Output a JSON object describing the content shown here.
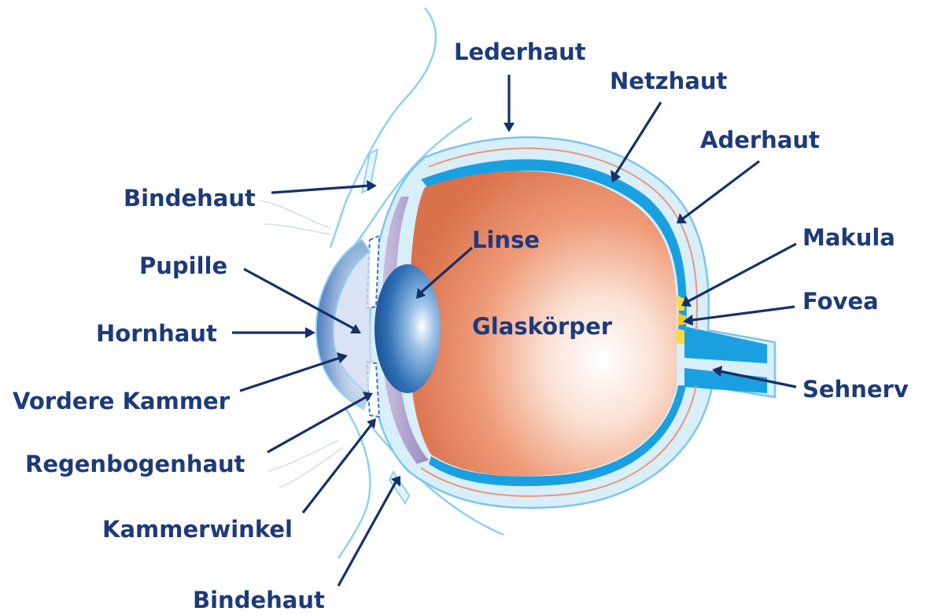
{
  "labels": {
    "lederhaut": "Lederhaut",
    "netzhaut": "Netzhaut",
    "aderhaut": "Aderhaut",
    "bindehaut_top": "Bindehaut",
    "linse": "Linse",
    "makula": "Makula",
    "pupille": "Pupille",
    "fovea": "Fovea",
    "hornhaut": "Hornhaut",
    "glaskoerper": "Glaskörper",
    "vordere_kammer": "Vordere Kammer",
    "sehnerv": "Sehnerv",
    "regenbogenhaut": "Regenbogenhaut",
    "kammerwinkel": "Kammerwinkel",
    "bindehaut_bottom": "Bindehaut"
  },
  "colors": {
    "label_text": "#1d3a7a",
    "arrow": "#16306a",
    "vitreous_body": "#e98f6d",
    "sclera": "#d8eef9",
    "retina": "#1aa0e0",
    "macula": "#f5dc3a",
    "lens": "#2a6db2"
  }
}
